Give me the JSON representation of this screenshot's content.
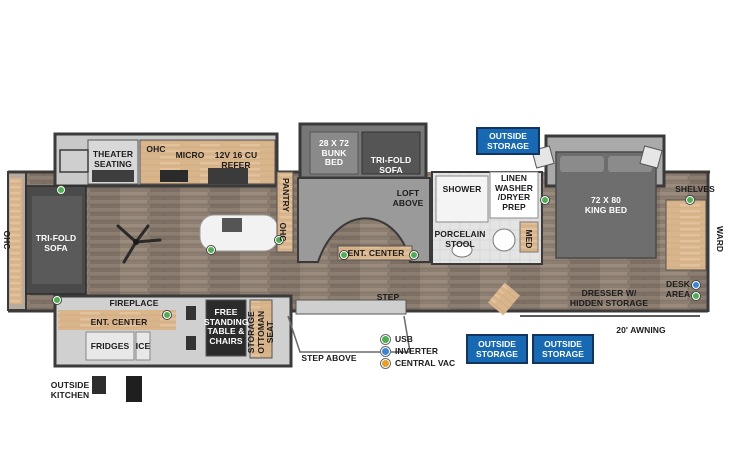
{
  "colors": {
    "usb": "#4caf50",
    "inverter": "#3a86d4",
    "central_vac": "#e8a020",
    "badge_blue": "#1769b4",
    "wall": "#3a3a3a",
    "floor": "#8a7a6c"
  },
  "labels": {
    "theater_seating": "THEATER\nSEATING",
    "ohc_top": "OHC",
    "micro": "MICRO",
    "refer": "12V 16 CU\nREFER",
    "pantry": "PANTRY",
    "ohc_mid": "OHC",
    "ohc_left": "OHC",
    "trifold_sofa_left": "TRI-FOLD\nSOFA",
    "bunk_bed": "28 X 72\nBUNK\nBED",
    "trifold_sofa_loft": "TRI-FOLD\nSOFA",
    "loft_above": "LOFT\nABOVE",
    "ent_center_mid": "ENT. CENTER",
    "step": "STEP",
    "shower": "SHOWER",
    "porcelain_stool": "PORCELAIN\nSTOOL",
    "linen": "LINEN\nWASHER\n/DRYER\nPREP",
    "med": "MED",
    "king_bed": "72 X 80\nKING BED",
    "shelves": "SHELVES",
    "ward": "WARD",
    "desk_area": "DESK\nAREA",
    "dresser": "DRESSER W/\nHIDDEN STORAGE",
    "awning": "20' AWNING",
    "fireplace": "FIREPLACE",
    "ent_center_left": "ENT. CENTER",
    "fridges": "FRIDGES",
    "ice": "ICE",
    "free_standing": "FREE\nSTANDING\nTABLE &\nCHAIRS",
    "storage_ottoman": "STORAGE\nOTTOMAN SEAT",
    "step_above": "STEP ABOVE",
    "outside_kitchen": "OUTSIDE\nKITCHEN"
  },
  "badges": {
    "top": "OUTSIDE\nSTORAGE",
    "bottom_left": "OUTSIDE\nSTORAGE",
    "bottom_right": "OUTSIDE\nSTORAGE"
  },
  "legend": {
    "usb": "USB",
    "inverter": "INVERTER",
    "central_vac": "CENTRAL VAC"
  }
}
